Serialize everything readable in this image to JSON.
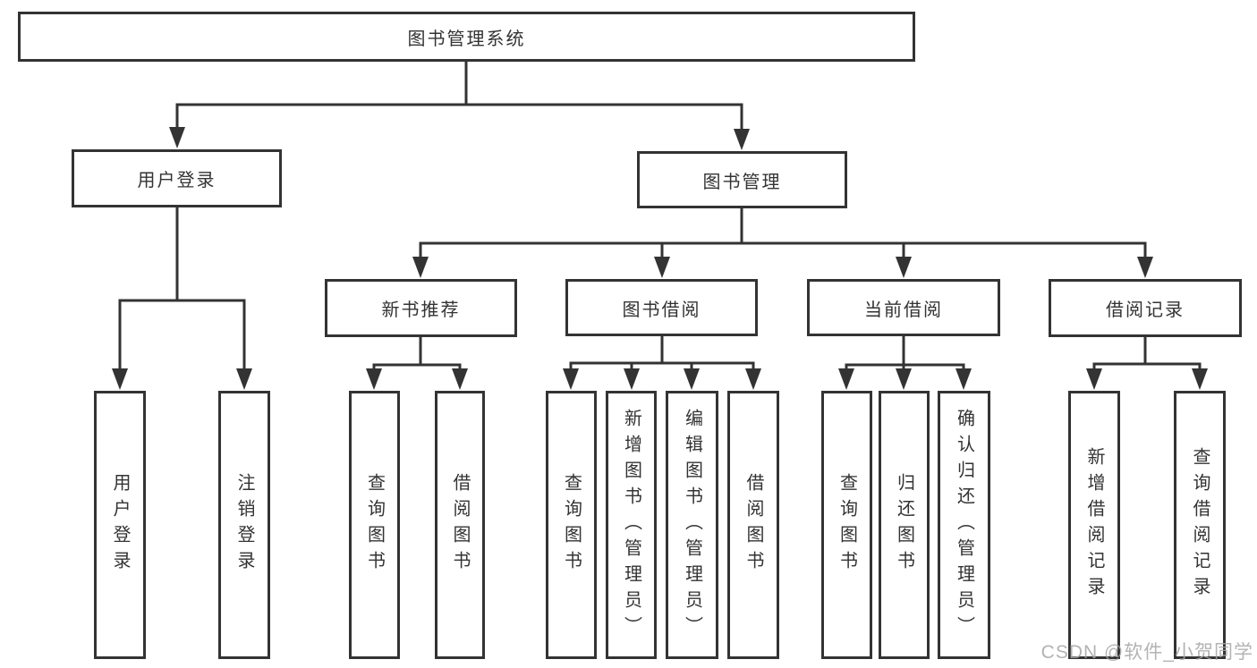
{
  "diagram": {
    "title": "图书管理系统",
    "type": "hierarchy-tree",
    "colors": {
      "line": "#333333",
      "box_border": "#333333",
      "box_fill": "#ffffff",
      "text": "#333333",
      "watermark_text": "#a6a6a6",
      "background": "#ffffff"
    },
    "tree": {
      "root": {
        "label": "图书管理系统"
      },
      "level2": [
        {
          "label": "用户登录",
          "parent": "图书管理系统"
        },
        {
          "label": "图书管理",
          "parent": "图书管理系统"
        }
      ],
      "level3": [
        {
          "label": "新书推荐",
          "parent": "图书管理"
        },
        {
          "label": "图书借阅",
          "parent": "图书管理"
        },
        {
          "label": "当前借阅",
          "parent": "图书管理"
        },
        {
          "label": "借阅记录",
          "parent": "图书管理"
        }
      ],
      "leaves": [
        {
          "label": "用户登录",
          "parent": "用户登录"
        },
        {
          "label": "注销登录",
          "parent": "用户登录"
        },
        {
          "label": "查询图书",
          "parent": "新书推荐"
        },
        {
          "label": "借阅图书",
          "parent": "新书推荐"
        },
        {
          "label": "查询图书",
          "parent": "图书借阅"
        },
        {
          "label": "新增图书（管理员）",
          "parent": "图书借阅"
        },
        {
          "label": "编辑图书（管理员）",
          "parent": "图书借阅"
        },
        {
          "label": "借阅图书",
          "parent": "图书借阅"
        },
        {
          "label": "查询图书",
          "parent": "当前借阅"
        },
        {
          "label": "归还图书",
          "parent": "当前借阅"
        },
        {
          "label": "确认归还（管理员）",
          "parent": "当前借阅"
        },
        {
          "label": "新增借阅记录",
          "parent": "借阅记录"
        },
        {
          "label": "查询借阅记录",
          "parent": "借阅记录"
        }
      ]
    }
  },
  "watermark": "CSDN @软件_小贺同学"
}
